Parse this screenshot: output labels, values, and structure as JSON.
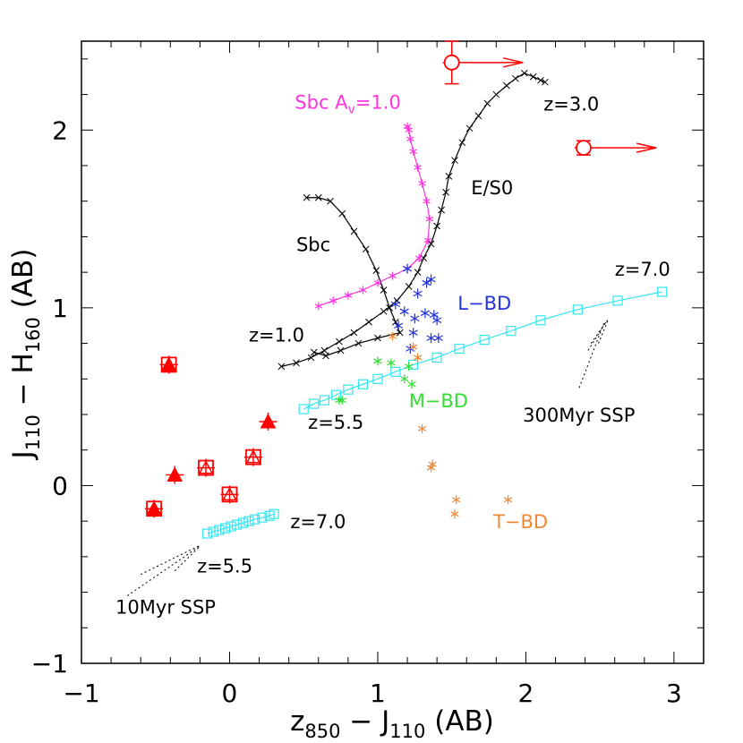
{
  "chart_data": {
    "type": "scatter",
    "xlim": [
      -1,
      3.2
    ],
    "ylim": [
      -1,
      2.5
    ],
    "x_ticks": [
      -1,
      0,
      1,
      2,
      3
    ],
    "y_ticks": [
      -1,
      0,
      1,
      2
    ],
    "x_tick_labels": [
      "−1",
      "0",
      "1",
      "2",
      "3"
    ],
    "y_tick_labels": [
      "−1",
      "0",
      "1",
      "2"
    ],
    "xlabel": {
      "a": "z",
      "a_sub": "850",
      "b": " − J",
      "b_sub": "110",
      "c": " (AB)"
    },
    "ylabel": {
      "a": "J",
      "a_sub": "110",
      "b": " − H",
      "b_sub": "160",
      "c": " (AB)"
    },
    "grid": false,
    "colors": {
      "observed": "#ff0000",
      "track": "#000000",
      "dusty_track": "#ff33dd",
      "ssp": "#33e5f0",
      "l_dwarf": "#2233dd",
      "m_dwarf": "#33dd33",
      "t_dwarf": "#ee8833",
      "axis": "#000000"
    },
    "observed_triangles": [
      {
        "x": -0.41,
        "y": 0.68,
        "boxed": true
      },
      {
        "x": -0.37,
        "y": 0.06,
        "boxed": false
      },
      {
        "x": -0.51,
        "y": -0.13,
        "boxed": true
      },
      {
        "x": 0.26,
        "y": 0.36,
        "boxed": false
      }
    ],
    "observed_open_triangles": [
      {
        "x": -0.16,
        "y": 0.1
      },
      {
        "x": 0.16,
        "y": 0.16
      },
      {
        "x": 0.0,
        "y": -0.05
      }
    ],
    "lower_limits": [
      {
        "x": 1.5,
        "y": 2.38,
        "yerr": 0.12,
        "arrow_to": 1.98
      },
      {
        "x": 2.39,
        "y": 1.9,
        "yerr": 0.04,
        "arrow_to": 2.88
      }
    ],
    "series": [
      {
        "label": "E/S0",
        "points": [
          [
            0.35,
            0.67
          ],
          [
            0.45,
            0.69
          ],
          [
            0.55,
            0.72
          ],
          [
            0.64,
            0.76
          ],
          [
            0.74,
            0.81
          ],
          [
            0.84,
            0.86
          ],
          [
            0.94,
            0.92
          ],
          [
            1.04,
            0.98
          ],
          [
            1.13,
            1.04
          ],
          [
            1.21,
            1.12
          ],
          [
            1.27,
            1.2
          ],
          [
            1.31,
            1.28
          ],
          [
            1.36,
            1.36
          ],
          [
            1.4,
            1.46
          ],
          [
            1.43,
            1.55
          ],
          [
            1.46,
            1.65
          ],
          [
            1.48,
            1.74
          ],
          [
            1.52,
            1.83
          ],
          [
            1.57,
            1.93
          ],
          [
            1.62,
            2.01
          ],
          [
            1.68,
            2.08
          ],
          [
            1.74,
            2.15
          ],
          [
            1.8,
            2.2
          ],
          [
            1.87,
            2.25
          ],
          [
            1.93,
            2.29
          ],
          [
            1.99,
            2.32
          ],
          [
            2.05,
            2.3
          ],
          [
            2.1,
            2.28
          ],
          [
            2.13,
            2.27
          ]
        ]
      },
      {
        "label": "Sbc",
        "points": [
          [
            0.52,
            1.62
          ],
          [
            0.6,
            1.62
          ],
          [
            0.68,
            1.6
          ],
          [
            0.76,
            1.53
          ],
          [
            0.84,
            1.43
          ],
          [
            0.92,
            1.33
          ],
          [
            0.99,
            1.21
          ],
          [
            1.04,
            1.1
          ],
          [
            1.08,
            1.0
          ],
          [
            1.12,
            0.92
          ],
          [
            1.15,
            0.86
          ],
          [
            1.0,
            0.83
          ],
          [
            0.87,
            0.8
          ],
          [
            0.75,
            0.76
          ],
          [
            0.65,
            0.73
          ],
          [
            0.57,
            0.75
          ]
        ]
      },
      {
        "label": "Sbc Av=1.0",
        "points": [
          [
            0.6,
            1.01
          ],
          [
            0.7,
            1.04
          ],
          [
            0.8,
            1.07
          ],
          [
            0.9,
            1.1
          ],
          [
            1.0,
            1.14
          ],
          [
            1.1,
            1.18
          ],
          [
            1.2,
            1.22
          ],
          [
            1.28,
            1.28
          ],
          [
            1.34,
            1.38
          ],
          [
            1.35,
            1.5
          ],
          [
            1.33,
            1.6
          ],
          [
            1.3,
            1.7
          ],
          [
            1.27,
            1.79
          ],
          [
            1.24,
            1.88
          ],
          [
            1.22,
            1.95
          ],
          [
            1.21,
            2.0
          ],
          [
            1.2,
            2.02
          ]
        ]
      },
      {
        "label": "300Myr SSP",
        "points": [
          [
            0.5,
            0.43
          ],
          [
            0.57,
            0.46
          ],
          [
            0.64,
            0.48
          ],
          [
            0.72,
            0.51
          ],
          [
            0.8,
            0.54
          ],
          [
            0.9,
            0.57
          ],
          [
            1.0,
            0.6
          ],
          [
            1.12,
            0.64
          ],
          [
            1.24,
            0.68
          ],
          [
            1.4,
            0.72
          ],
          [
            1.55,
            0.77
          ],
          [
            1.72,
            0.82
          ],
          [
            1.9,
            0.87
          ],
          [
            2.1,
            0.93
          ],
          [
            2.35,
            0.99
          ],
          [
            2.62,
            1.04
          ],
          [
            2.92,
            1.09
          ]
        ]
      },
      {
        "label": "10Myr SSP",
        "points": [
          [
            -0.15,
            -0.27
          ],
          [
            -0.11,
            -0.26
          ],
          [
            -0.07,
            -0.25
          ],
          [
            -0.03,
            -0.24
          ],
          [
            0.01,
            -0.23
          ],
          [
            0.05,
            -0.22
          ],
          [
            0.09,
            -0.21
          ],
          [
            0.13,
            -0.2
          ],
          [
            0.17,
            -0.19
          ],
          [
            0.22,
            -0.18
          ],
          [
            0.27,
            -0.17
          ],
          [
            0.3,
            -0.16
          ]
        ]
      }
    ],
    "l_dwarfs": [
      [
        1.2,
        1.22
      ],
      [
        1.27,
        1.08
      ],
      [
        1.33,
        1.14
      ],
      [
        1.36,
        1.16
      ],
      [
        1.12,
        1.02
      ],
      [
        1.18,
        0.98
      ],
      [
        1.25,
        0.94
      ],
      [
        1.32,
        0.97
      ],
      [
        1.38,
        0.96
      ],
      [
        1.4,
        0.93
      ],
      [
        1.14,
        0.9
      ],
      [
        1.24,
        0.86
      ],
      [
        1.36,
        0.83
      ],
      [
        1.41,
        0.83
      ],
      [
        1.22,
        0.77
      ]
    ],
    "m_dwarfs": [
      [
        0.74,
        0.48
      ],
      [
        0.76,
        0.48
      ],
      [
        1.0,
        0.7
      ],
      [
        1.09,
        0.69
      ],
      [
        1.18,
        0.6
      ],
      [
        1.21,
        0.67
      ],
      [
        1.23,
        0.57
      ]
    ],
    "t_dwarfs": [
      [
        1.1,
        0.84
      ],
      [
        1.24,
        0.78
      ],
      [
        1.27,
        0.72
      ],
      [
        1.3,
        0.32
      ],
      [
        1.36,
        0.1
      ],
      [
        1.37,
        0.12
      ],
      [
        1.53,
        -0.08
      ],
      [
        1.52,
        -0.16
      ],
      [
        1.88,
        -0.08
      ]
    ],
    "annotations": [
      {
        "text": "z=3.0",
        "x": 2.12,
        "y": 2.11
      },
      {
        "text": "E/S0",
        "x": 1.63,
        "y": 1.64
      },
      {
        "text": "Sbc",
        "x": 0.45,
        "y": 1.32
      },
      {
        "text": "z=1.0",
        "x": 0.13,
        "y": 0.81
      },
      {
        "text": "L−BD",
        "x": 1.54,
        "y": 0.99
      },
      {
        "text": "z=7.0",
        "x": 2.6,
        "y": 1.18
      },
      {
        "text": "M−BD",
        "x": 1.21,
        "y": 0.44
      },
      {
        "text": "z=5.5",
        "x": 0.53,
        "y": 0.32
      },
      {
        "text": "300Myr SSP",
        "x": 1.98,
        "y": 0.36
      },
      {
        "text": "z=7.0",
        "x": 0.41,
        "y": -0.24
      },
      {
        "text": "z=5.5",
        "x": -0.22,
        "y": -0.49
      },
      {
        "text": "T−BD",
        "x": 1.78,
        "y": -0.24
      },
      {
        "text": "10Myr SSP",
        "x": -0.77,
        "y": -0.72
      }
    ],
    "dusty_label": {
      "a": "Sbc A",
      "sub": "v",
      "b": "=1.0",
      "x": 0.44,
      "y": 2.12
    },
    "pointers": [
      {
        "from": [
          -0.69,
          -0.62
        ],
        "to": [
          -0.2,
          -0.34
        ]
      },
      {
        "from": [
          -0.6,
          -0.5
        ],
        "to": [
          -0.21,
          -0.34
        ]
      },
      {
        "from": [
          -0.37,
          -0.48
        ],
        "to": [
          -0.21,
          -0.35
        ]
      },
      {
        "from": [
          2.49,
          0.8
        ],
        "to": [
          2.56,
          0.94
        ]
      },
      {
        "from": [
          2.44,
          0.8
        ],
        "to": [
          2.55,
          0.93
        ]
      },
      {
        "from": [
          2.42,
          0.76
        ],
        "to": [
          2.54,
          0.92
        ]
      },
      {
        "from": [
          2.36,
          0.55
        ],
        "to": [
          2.53,
          0.92
        ]
      }
    ]
  }
}
